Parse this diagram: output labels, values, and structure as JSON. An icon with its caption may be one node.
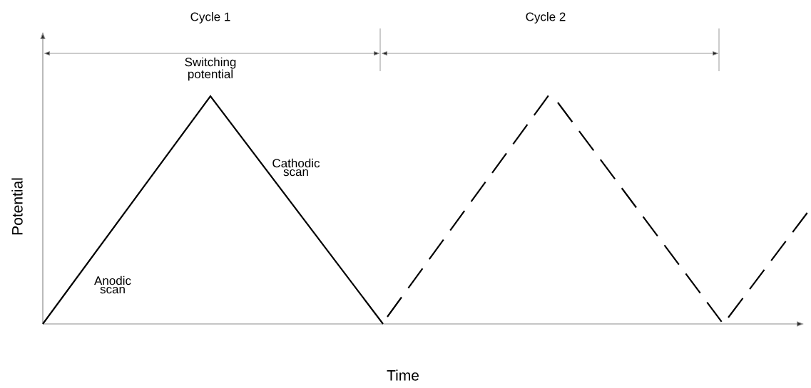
{
  "diagram": {
    "labels": [
      "Cycle 1",
      "Cycle 2",
      "Switching potential",
      "Cathodic scan",
      "Anodic scan",
      "Potential",
      "Time"
    ]
  }
}
